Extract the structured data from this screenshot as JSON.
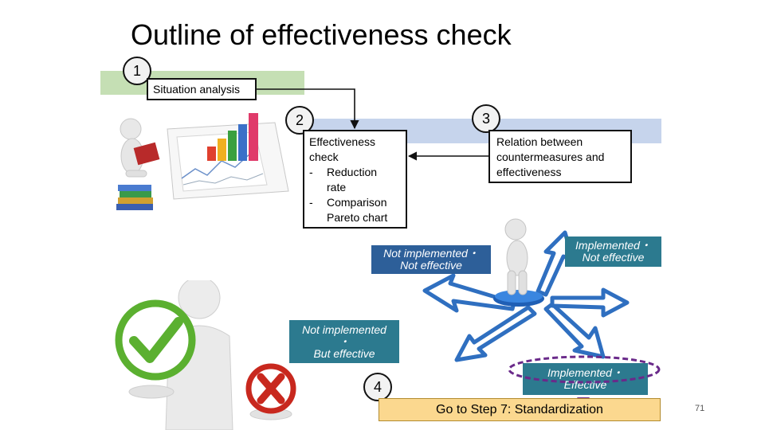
{
  "title": "Outline of effectiveness check",
  "step_numbers": {
    "s1": "1",
    "s2": "2",
    "s3": "3",
    "s4": "4"
  },
  "situation_analysis": "Situation analysis",
  "effectiveness_box": {
    "heading_line1": "Effectiveness",
    "heading_line2": "check",
    "items": [
      {
        "dash": "-",
        "line1": "Reduction",
        "line2": "rate"
      },
      {
        "dash": "-",
        "line1": "Comparison",
        "line2": "Pareto chart"
      }
    ]
  },
  "relation_box": {
    "line1": "Relation between",
    "line2": "countermeasures and",
    "line3": "effectiveness"
  },
  "outcomes": {
    "not_impl_not_eff": {
      "line1": "Not implemented・",
      "line2": "Not effective"
    },
    "impl_not_eff": {
      "line1": "Implemented・",
      "line2": "Not effective"
    },
    "not_impl_but_eff": {
      "line1": "Not implemented",
      "line2": "・",
      "line3": "But effective"
    },
    "impl_eff": {
      "line1": "Implemented・",
      "line2": "Effective"
    }
  },
  "goto_step": "Go to Step 7: Standardization",
  "page_number": "71",
  "colors": {
    "green_band": "#c5dfb4",
    "blue_band": "#c6d4ec",
    "outcome_dark_blue": "#2d5f99",
    "outcome_teal": "#2c7a8f",
    "goto_fill": "#fbd88f",
    "highlight_ellipse": "#6a2a8a",
    "check_green": "#5bb030",
    "cross_red": "#c8281e"
  },
  "icons": {
    "reader": "person-reading-book-icon",
    "charts": "bar-chart-papers-icon",
    "thinker": "person-thinking-at-crossroads-icon",
    "arrows": "radiating-arrows-icon",
    "judge": "person-holding-check-and-cross-icon",
    "check": "green-check-icon",
    "cross": "red-cross-icon"
  }
}
